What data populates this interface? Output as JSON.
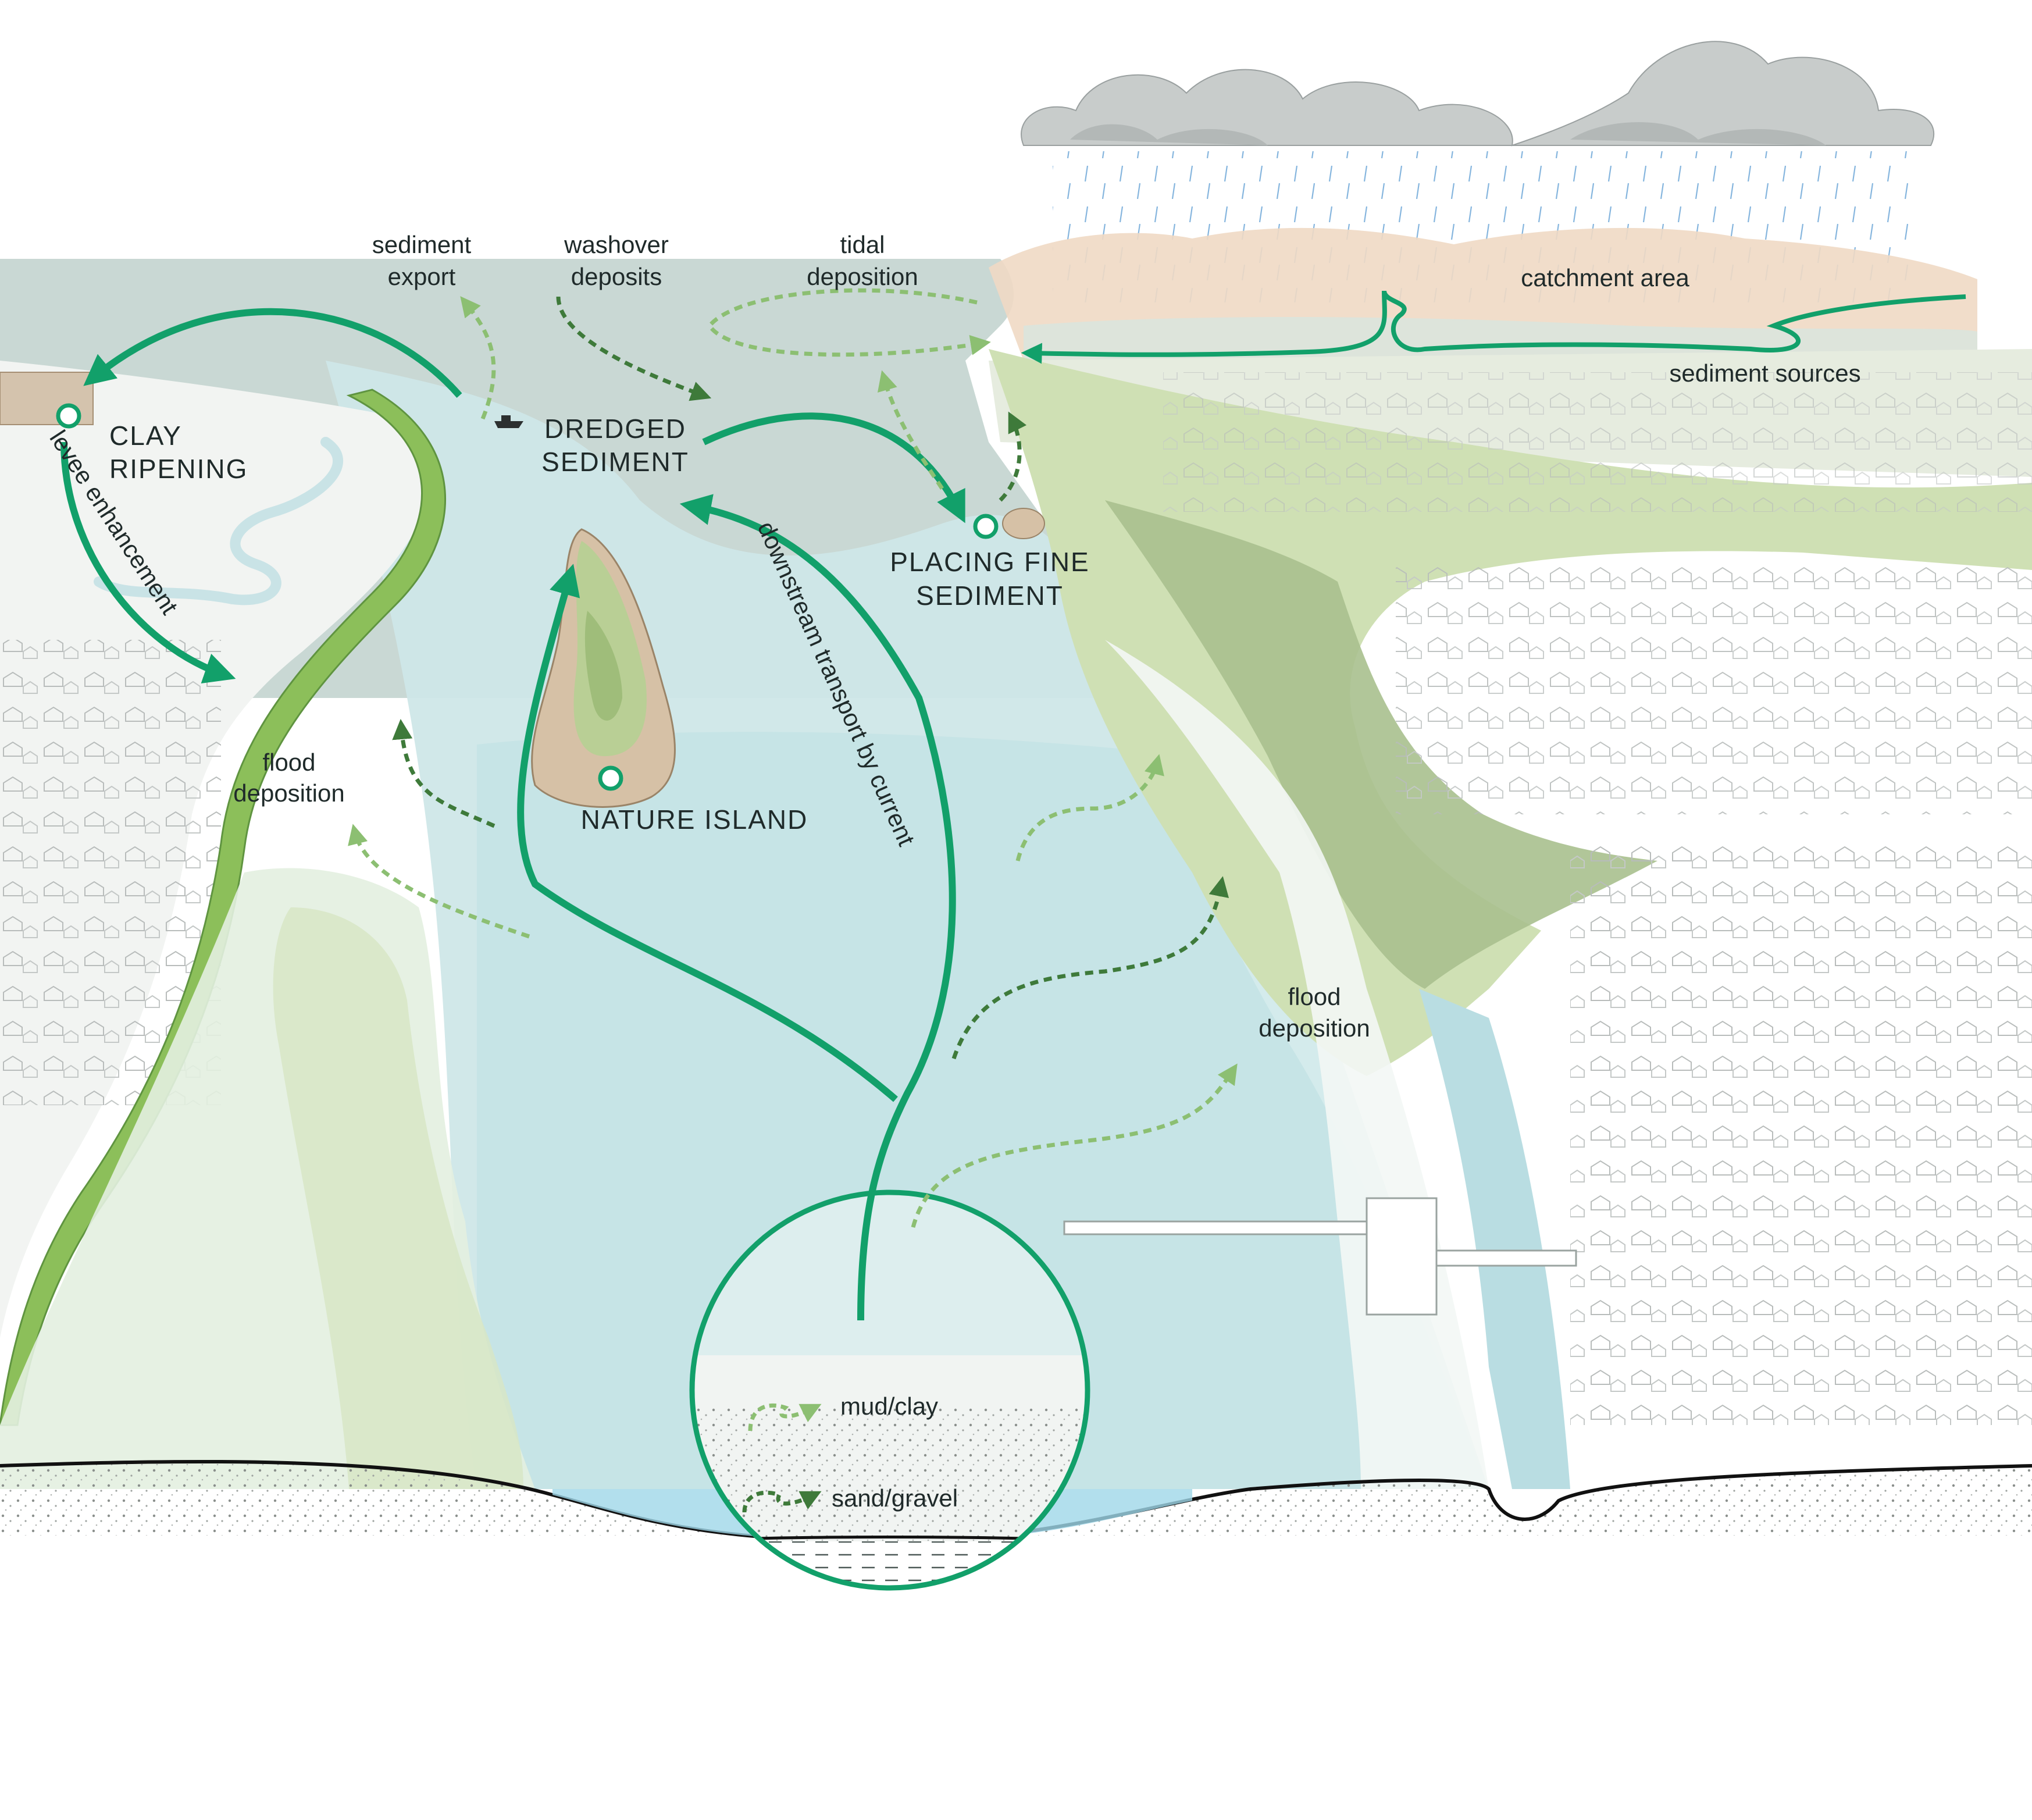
{
  "labels": {
    "sediment_export": [
      "sediment",
      "export"
    ],
    "washover_deposits": [
      "washover",
      "deposits"
    ],
    "tidal_deposition": [
      "tidal",
      "deposition"
    ],
    "catchment_area": "catchment area",
    "sediment_sources": "sediment sources",
    "clay_ripening": [
      "CLAY",
      "RIPENING"
    ],
    "levee_enhancement": "levee enhancement",
    "dredged_sediment": [
      "DREDGED",
      "SEDIMENT"
    ],
    "placing_fine_sediment": [
      "PLACING FINE",
      "SEDIMENT"
    ],
    "downstream_transport": "downstream transport by current",
    "flood_deposition_left": [
      "flood",
      "deposition"
    ],
    "nature_island": "NATURE  ISLAND",
    "flood_deposition_right": [
      "flood",
      "deposition"
    ],
    "mud_clay": "mud/clay",
    "sand_gravel": "sand/gravel"
  },
  "colors": {
    "accent_green": "#12a06a",
    "dark_dashed": "#3e7a3a",
    "light_dashed": "#8cbf72",
    "water_far": "#c9d8d4",
    "water_near": "#cfe7e8",
    "land_green": "#cfe0b4",
    "forest_green": "#a9c08e",
    "catchment_tan": "#efd9c4"
  },
  "icons": {
    "node_marker": "circle-outline",
    "boat": "dredging-boat-icon",
    "cloud": "cloud-icon",
    "rain": "rain-icon"
  }
}
